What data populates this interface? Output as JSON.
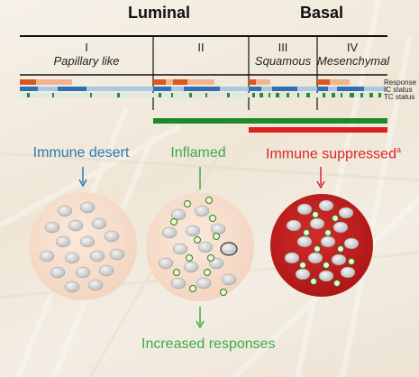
{
  "header": {
    "luminal": "Luminal",
    "basal": "Basal"
  },
  "subtypes": [
    {
      "numeral": "I",
      "name": "Papillary like"
    },
    {
      "numeral": "II",
      "name": ""
    },
    {
      "numeral": "III",
      "name": "Squamous"
    },
    {
      "numeral": "IV",
      "name": "Mesenchymal"
    }
  ],
  "track_labels": {
    "response": "Response",
    "ic_status": "IC status",
    "tc_status": "TC status"
  },
  "phenotypes": {
    "desert": {
      "label": "Immune desert",
      "color": "#2a7ab5"
    },
    "inflamed": {
      "label": "Inflamed",
      "color": "#3daa4a"
    },
    "suppressed": {
      "label": "Immune suppressed",
      "superscript": "a",
      "color": "#d9262b"
    }
  },
  "outcome": {
    "label": "Increased responses",
    "color": "#3daa4a"
  },
  "colors": {
    "green_bar": "#1f8a2b",
    "red_bar": "#e02020",
    "response_orange": "#d9581f",
    "response_peach": "#f2b48c",
    "ic_blue": "#2f6fb3",
    "ic_lightblue": "#a9c8e6",
    "tc_green": "#2b8a3a",
    "desert_fill": "#f7dcc8",
    "inflamed_fill": "#f4dcc9",
    "suppressed_fill": "#c41e1e"
  }
}
